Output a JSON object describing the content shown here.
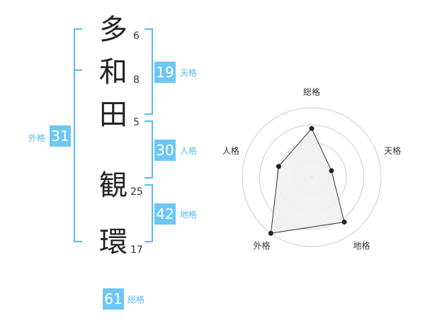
{
  "name": {
    "characters": [
      {
        "char": "多",
        "strokes": "6"
      },
      {
        "char": "和",
        "strokes": "8"
      },
      {
        "char": "田",
        "strokes": "5"
      },
      {
        "char": "観",
        "strokes": "25"
      },
      {
        "char": "環",
        "strokes": "17"
      }
    ]
  },
  "scores": {
    "tenkaku": {
      "value": "19",
      "label": "天格"
    },
    "jinkaku": {
      "value": "30",
      "label": "人格"
    },
    "chikaku": {
      "value": "42",
      "label": "地格"
    },
    "gaikaku": {
      "value": "31",
      "label": "外格"
    },
    "soukaku": {
      "value": "61",
      "label": "総格"
    }
  },
  "colors": {
    "accent": "#5cb8f0",
    "score_box": "#6ec6f5",
    "radar_fill": "#f0f0f0",
    "radar_line": "#333333",
    "grid": "#cccccc"
  },
  "chart_data": {
    "type": "radar",
    "axes": [
      "総格",
      "天格",
      "地格",
      "外格",
      "人格"
    ],
    "values": [
      0.7,
      0.3,
      0.8,
      1.0,
      0.5
    ],
    "range": [
      0,
      1
    ],
    "rings": 4
  }
}
